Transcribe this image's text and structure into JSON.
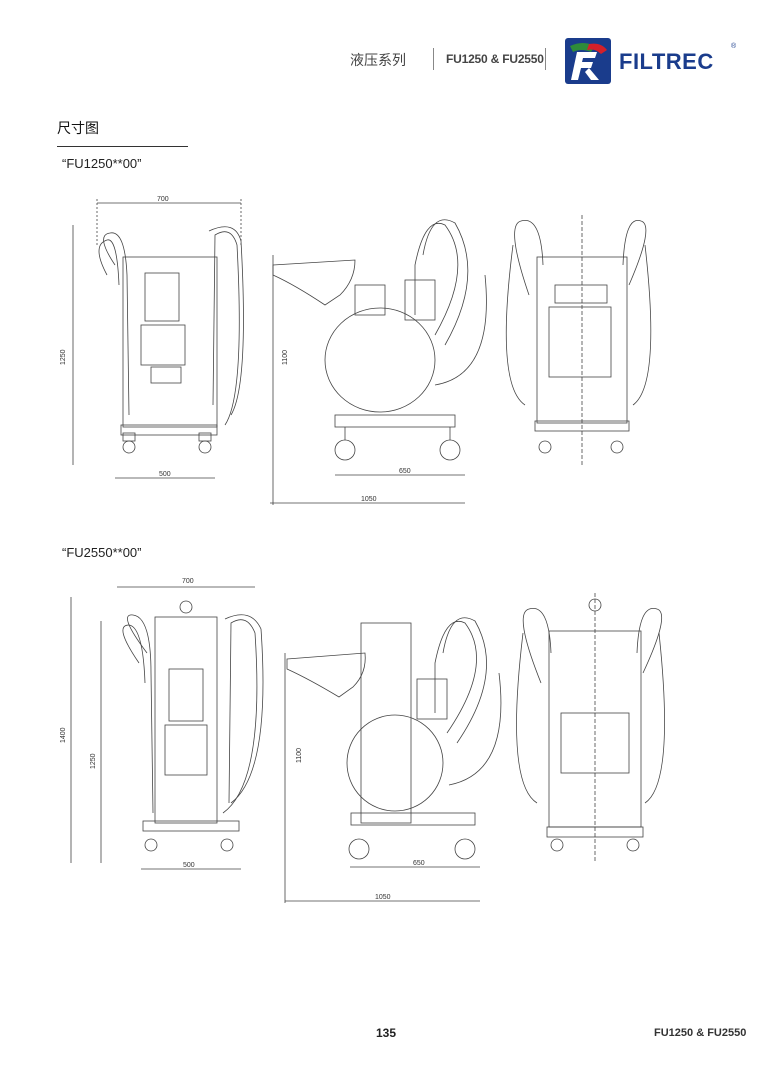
{
  "header": {
    "category": "液压系列",
    "model": "FU1250 & FU2550",
    "brand": "FILTREC",
    "brand_mark": "®"
  },
  "section": {
    "title": "尺寸图"
  },
  "drawings": [
    {
      "label": "“FU1250**00”",
      "front_width": "700",
      "front_height": "1250",
      "front_base": "500",
      "side_height": "1100",
      "side_wheelbase": "650",
      "side_length": "1050"
    },
    {
      "label": "“FU2550**00”",
      "front_width": "700",
      "front_height_total": "1400",
      "front_height": "1250",
      "front_base": "500",
      "side_height": "1100",
      "side_wheelbase": "650",
      "side_length": "1050"
    }
  ],
  "footer": {
    "page_number": "135",
    "model": "FU1250 & FU2550"
  },
  "colors": {
    "logo_blue": "#1a3c8c",
    "logo_red": "#d4202a",
    "logo_green": "#2e8b3a"
  }
}
